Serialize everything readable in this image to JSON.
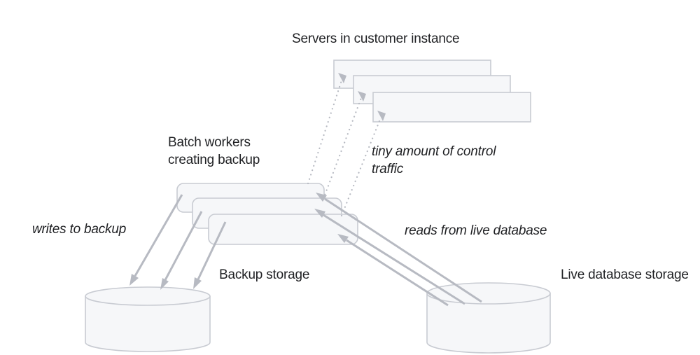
{
  "diagram": {
    "colors": {
      "background": "#ffffff",
      "node_fill": "#f6f7f9",
      "node_stroke": "#c8cbd2",
      "arrow": "#b7bac2",
      "text": "#1f2023"
    },
    "servers": {
      "label": "Servers in customer instance",
      "count": 3
    },
    "batch_workers": {
      "label_line1": "Batch workers",
      "label_line2": "creating backup",
      "count": 3
    },
    "backup_storage": {
      "label": "Backup storage"
    },
    "live_database": {
      "label": "Live database storage"
    },
    "annotations": {
      "control_traffic_line1": "tiny amount of control",
      "control_traffic_line2": "traffic",
      "writes": "writes to backup",
      "reads": "reads from live database"
    },
    "edges": [
      {
        "from": "batch-workers",
        "to": "servers",
        "style": "dotted-arrow",
        "meaning": "tiny amount of control traffic",
        "count": 3
      },
      {
        "from": "batch-workers",
        "to": "backup-storage",
        "style": "solid-arrow",
        "meaning": "writes to backup",
        "count": 3
      },
      {
        "from": "live-database-storage",
        "to": "batch-workers",
        "style": "solid-arrow",
        "meaning": "reads from live database",
        "count": 3
      }
    ]
  }
}
